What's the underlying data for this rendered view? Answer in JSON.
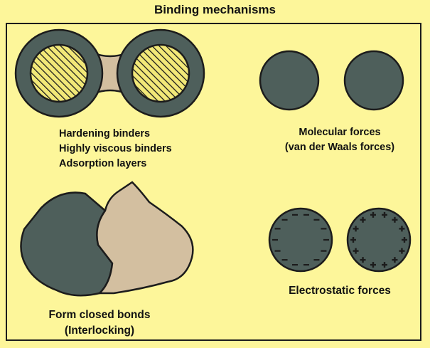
{
  "title": "Binding mechanisms",
  "panels": {
    "binders": {
      "lines": [
        "Hardening binders",
        "Highly viscous binders",
        "Adsorption layers"
      ]
    },
    "molecular": {
      "lines": [
        "Molecular forces",
        "(van der Waals forces)"
      ]
    },
    "interlocking": {
      "lines": [
        "Form closed bonds",
        "(Interlocking)"
      ]
    },
    "electrostatic": {
      "lines": [
        "Electrostatic forces"
      ],
      "left_particle_charge": "−",
      "right_particle_charge": "+"
    }
  },
  "colors": {
    "background": "#fdf69a",
    "particle": "#4e5f5b",
    "binder": "#d3bfa0",
    "outline": "#1c1c1c",
    "hatch": "#f2e878"
  }
}
